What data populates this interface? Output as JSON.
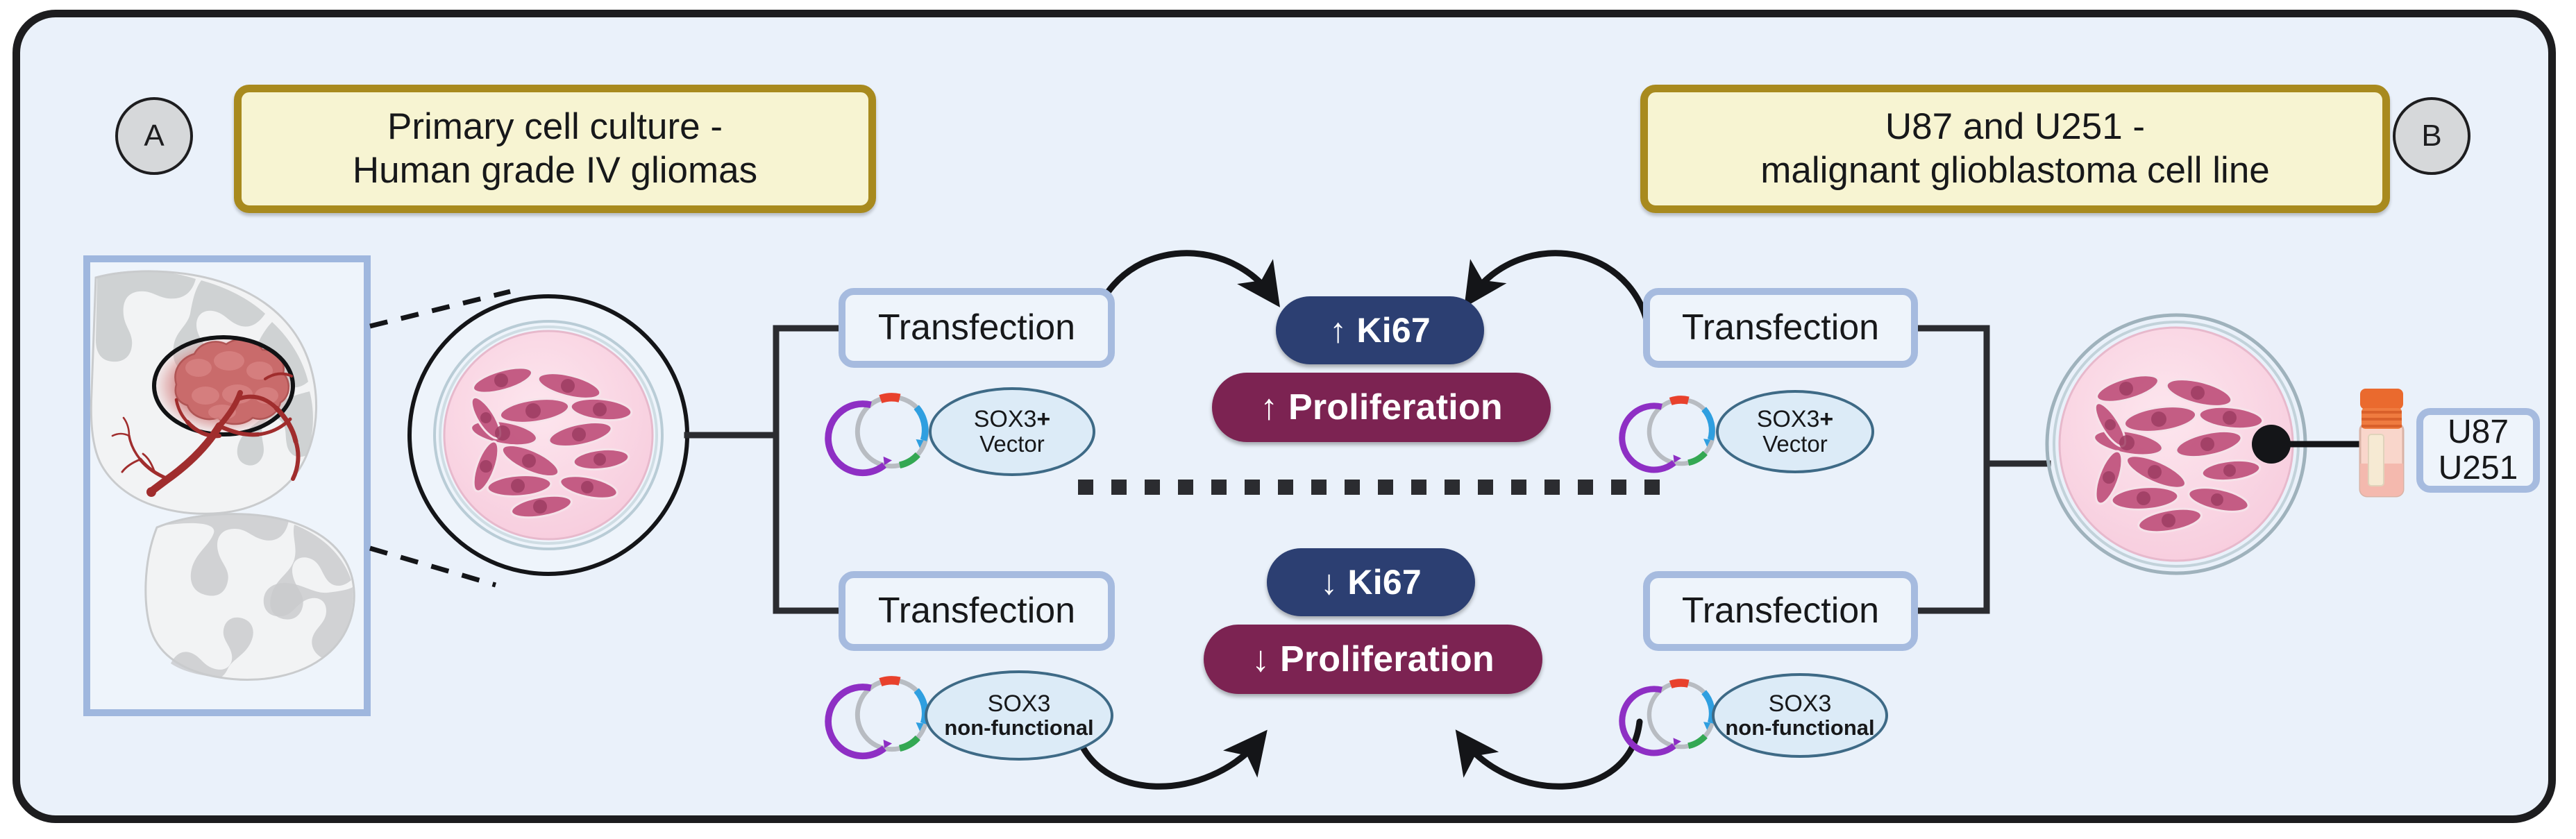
{
  "figure": {
    "type": "experimental-workflow-diagram",
    "background_color": "#eaf1fa",
    "frame_border_color": "#1d1d1f"
  },
  "panels": {
    "left": {
      "letter": "A",
      "title_line1": "Primary cell culture -",
      "title_line2": "Human grade IV gliomas"
    },
    "right": {
      "letter": "B",
      "title_line1": "U87 and U251 -",
      "title_line2": "malignant glioblastoma cell line"
    }
  },
  "left_branch": {
    "source_label": "brain-tumor-section",
    "dish_label": "primary-glioma-cell-culture",
    "top": {
      "step": "Transfection",
      "plasmid_line1": "SOX3",
      "plasmid_plus": "+",
      "plasmid_line2": "Vector"
    },
    "bottom": {
      "step": "Transfection",
      "plasmid_line1": "SOX3",
      "plasmid_line2": "non-functional"
    }
  },
  "right_branch": {
    "dish_label": "glioblastoma-cell-line-culture",
    "tube_label_line1": "U87",
    "tube_label_line2": "U251",
    "top": {
      "step": "Transfection",
      "plasmid_line1": "SOX3",
      "plasmid_plus": "+",
      "plasmid_line2": "Vector"
    },
    "bottom": {
      "step": "Transfection",
      "plasmid_line1": "SOX3",
      "plasmid_line2": "non-functional"
    }
  },
  "outcomes": {
    "upper": {
      "marker": "↑ Ki67",
      "phenotype": "↑ Proliferation",
      "marker_color": "#2c3f72",
      "phenotype_color": "#7c2352"
    },
    "lower": {
      "marker": "↓ Ki67",
      "phenotype": "↓ Proliferation",
      "marker_color": "#2c3f72",
      "phenotype_color": "#7c2352"
    }
  },
  "palette": {
    "gold_border": "#a88a1e",
    "gold_fill": "#f7f4d2",
    "blue_border": "#a6bbdf",
    "blue_fill": "#eef4fb",
    "ellipse_fill": "#dcebf7",
    "ellipse_border": "#3e6a86",
    "plasmid_purple": "#8e2fc4",
    "plasmid_blue": "#2f9fe0",
    "plasmid_green": "#34a853",
    "plasmid_red": "#e8412c",
    "cell_pink": "#c2567f",
    "media_pink": "#f9d9e4",
    "tumor_red": "#c96b6b",
    "vessel_red": "#a02d2d",
    "brain_gray": "#c9cbcd"
  }
}
